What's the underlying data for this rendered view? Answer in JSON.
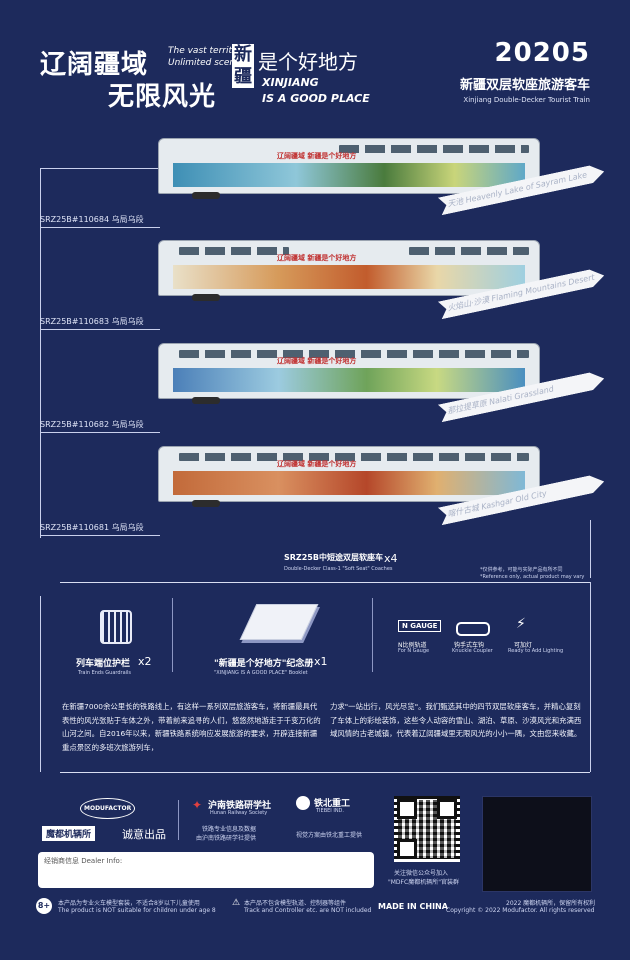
{
  "header": {
    "cn_title_line1": "辽阔疆域",
    "cn_title_line2": "无限风光",
    "en_sub_line1": "The vast territory",
    "en_sub_line2": "Unlimited scenery",
    "slogan_cn_side": "新疆",
    "slogan_cn_main": "是个好地方",
    "slogan_en_line1": "XINJIANG",
    "slogan_en_line2": "IS A GOOD PLACE",
    "model_number": "20205",
    "product_cn": "新疆双层软座旅游客车",
    "product_en": "Xinjiang Double-Decker Tourist Train"
  },
  "cars": [
    {
      "code": "SRZ25B#110684 乌局乌段",
      "ribbon": "天池 Heavenly Lake of Sayram Lake"
    },
    {
      "code": "SRZ25B#110683 乌局乌段",
      "ribbon": "火焰山·沙漠 Flaming Mountains Desert"
    },
    {
      "code": "SRZ25B#110682 乌局乌段",
      "ribbon": "那拉提草原 Nalati Grassland"
    },
    {
      "code": "SRZ25B#110681 乌局乌段",
      "ribbon": "喀什古城 Kashgar Old City"
    }
  ],
  "coach_note": {
    "title": "SRZ25B中短途双层软座车",
    "title_en": "Double-Decker Class-1 \"Soft Seat\" Coaches",
    "count": "x4",
    "disclaimer_cn": "*仅供参考，可能与实际产品有所不同",
    "disclaimer_en": "*Reference only, actual product may vary"
  },
  "accessories": [
    {
      "cn": "列车端位护栏",
      "en": "Train Ends Guardrails",
      "count": "x2"
    },
    {
      "cn": "\"新疆是个好地方\"纪念册",
      "en": "\"XINJIANG IS A GOOD PLACE\" Booklet",
      "count": "x1"
    }
  ],
  "features": [
    {
      "badge": "N GAUGE",
      "cn": "N比例轨道",
      "en": "For N Gauge"
    },
    {
      "cn": "钩手式车钩",
      "en": "Knuckle Coupler"
    },
    {
      "cn": "可加灯",
      "en": "Ready to Add Lighting"
    }
  ],
  "description": {
    "left": "在新疆7000余公里长的铁路线上，有这样一系列双层旅游客车，将新疆最具代表性的风光张贴于车体之外，带着前来追寻的人们，悠悠然地游走于千变万化的山河之间。自2016年以来，新疆铁路系统响应发展旅游的要求，开辟连接新疆重点景区的多班次旅游列车，",
    "right": "力求\"一站出行，风光尽览\"。我们甄选其中的四节双层软座客车，并精心复刻了车体上的彩绘装饰，这些令人动容的雪山、湖泊、草原、沙漠风光和充满西域风情的古老城镇，代表着辽阔疆域里无限风光的小小一隅，文由您来收藏。"
  },
  "brands": {
    "modufactor_logo": "MODUFACTOR",
    "modufactor_cn": "魔都机辆所",
    "presents": "诚意出品",
    "society_cn": "沪南铁路研学社",
    "society_en": "Hunan Railway Society",
    "society_note_line1": "铁路专业信息及数据",
    "society_note_line2": "由沪南铁路研学社提供",
    "tiebei_cn": "铁北重工",
    "tiebei_en": "TIEBEI IND.",
    "tiebei_note": "视觉方案由铁北重工提供",
    "qr_caption_line1": "关注微信公众号加入",
    "qr_caption_line2": "\"MDFC魔都机辆所\"官装群"
  },
  "dealer": {
    "label": "经销商信息 Dealer Info:"
  },
  "footer": {
    "age_badge": "8+",
    "age_cn": "本产品为专业火车模型套装，不适合8岁以下儿童使用",
    "age_en": "The product is NOT suitable for children under age 8",
    "track_cn": "本产品不包含模型轨道、控制器等组件",
    "track_en": "Track and Controller etc. are NOT included",
    "made_in": "MADE IN CHINA",
    "rights_cn": "2022 魔都机辆所，保留所有权利",
    "rights_en": "Copyright © 2022 Modufactor. All rights reserved"
  }
}
